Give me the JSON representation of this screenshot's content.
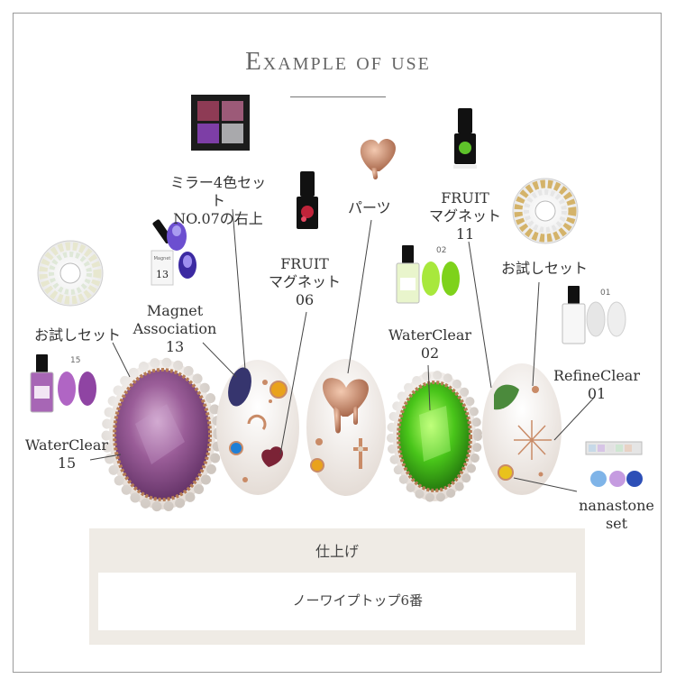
{
  "title": "Example of use",
  "labels": {
    "mirror": "ミラー4色セット\nNO.07の右上",
    "parts": "パーツ",
    "fruit11": "FRUIT\nマグネット\n11",
    "fruit06": "FRUIT\nマグネット\n06",
    "otameshi_right": "お試しセット",
    "otameshi_left": "お試しセット",
    "magnet13": "Magnet\nAssociation\n13",
    "waterclear02": "WaterClear\n02",
    "refineclear01": "RefineClear\n01",
    "waterclear15": "WaterClear\n15",
    "nanastone": "nanastone\nset"
  },
  "product_marks": {
    "magnet_number": "13",
    "swatch_15": "15",
    "swatch_02": "02",
    "swatch_01": "01"
  },
  "finish": {
    "title": "仕上げ",
    "product": "ノーワイプトップ6番"
  },
  "colors": {
    "frame": "#9a9a9a",
    "finish_bg": "#efebe5",
    "nail_white": "#efe9e4",
    "purple": "#8e4f8f",
    "green": "#4fc21e",
    "rose_gold": "#c98b67"
  }
}
